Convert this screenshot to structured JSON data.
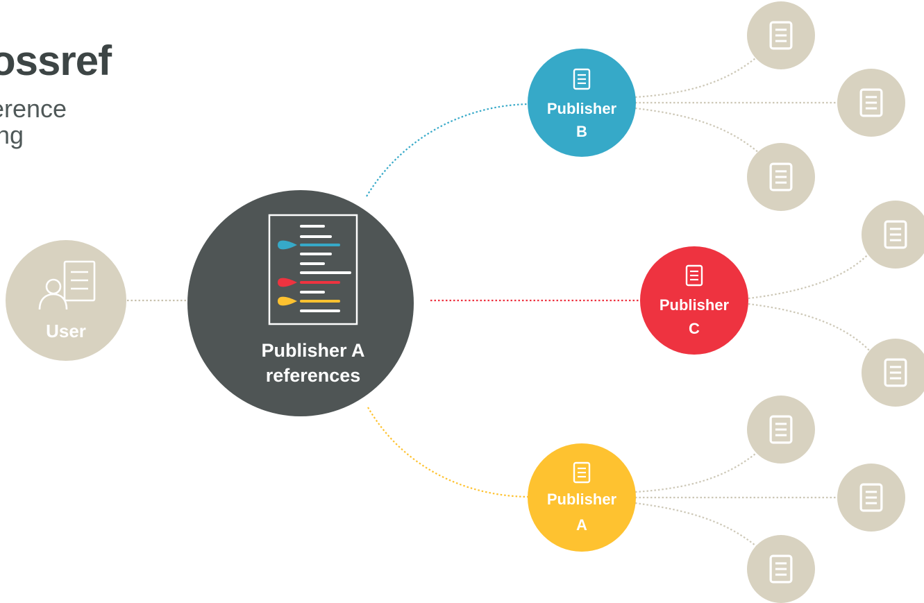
{
  "brand": {
    "logo_text": "ossref",
    "tagline_line1": "erence",
    "tagline_line2": "ing"
  },
  "user_node": {
    "label": "User",
    "color": "#d8d2c0"
  },
  "center_node": {
    "label_line1": "Publisher A",
    "label_line2": "references",
    "color": "#4f5555"
  },
  "publishers": [
    {
      "id": "b",
      "label_line1": "Publisher",
      "label_line2": "B",
      "color": "#36a9c8"
    },
    {
      "id": "c",
      "label_line1": "Publisher",
      "label_line2": "C",
      "color": "#ee3340"
    },
    {
      "id": "a",
      "label_line1": "Publisher",
      "label_line2": "A",
      "color": "#fec230"
    }
  ],
  "document_node_color": "#d8d2c0",
  "reference_marker_colors": [
    "#36a9c8",
    "#ee3340",
    "#fec230"
  ]
}
